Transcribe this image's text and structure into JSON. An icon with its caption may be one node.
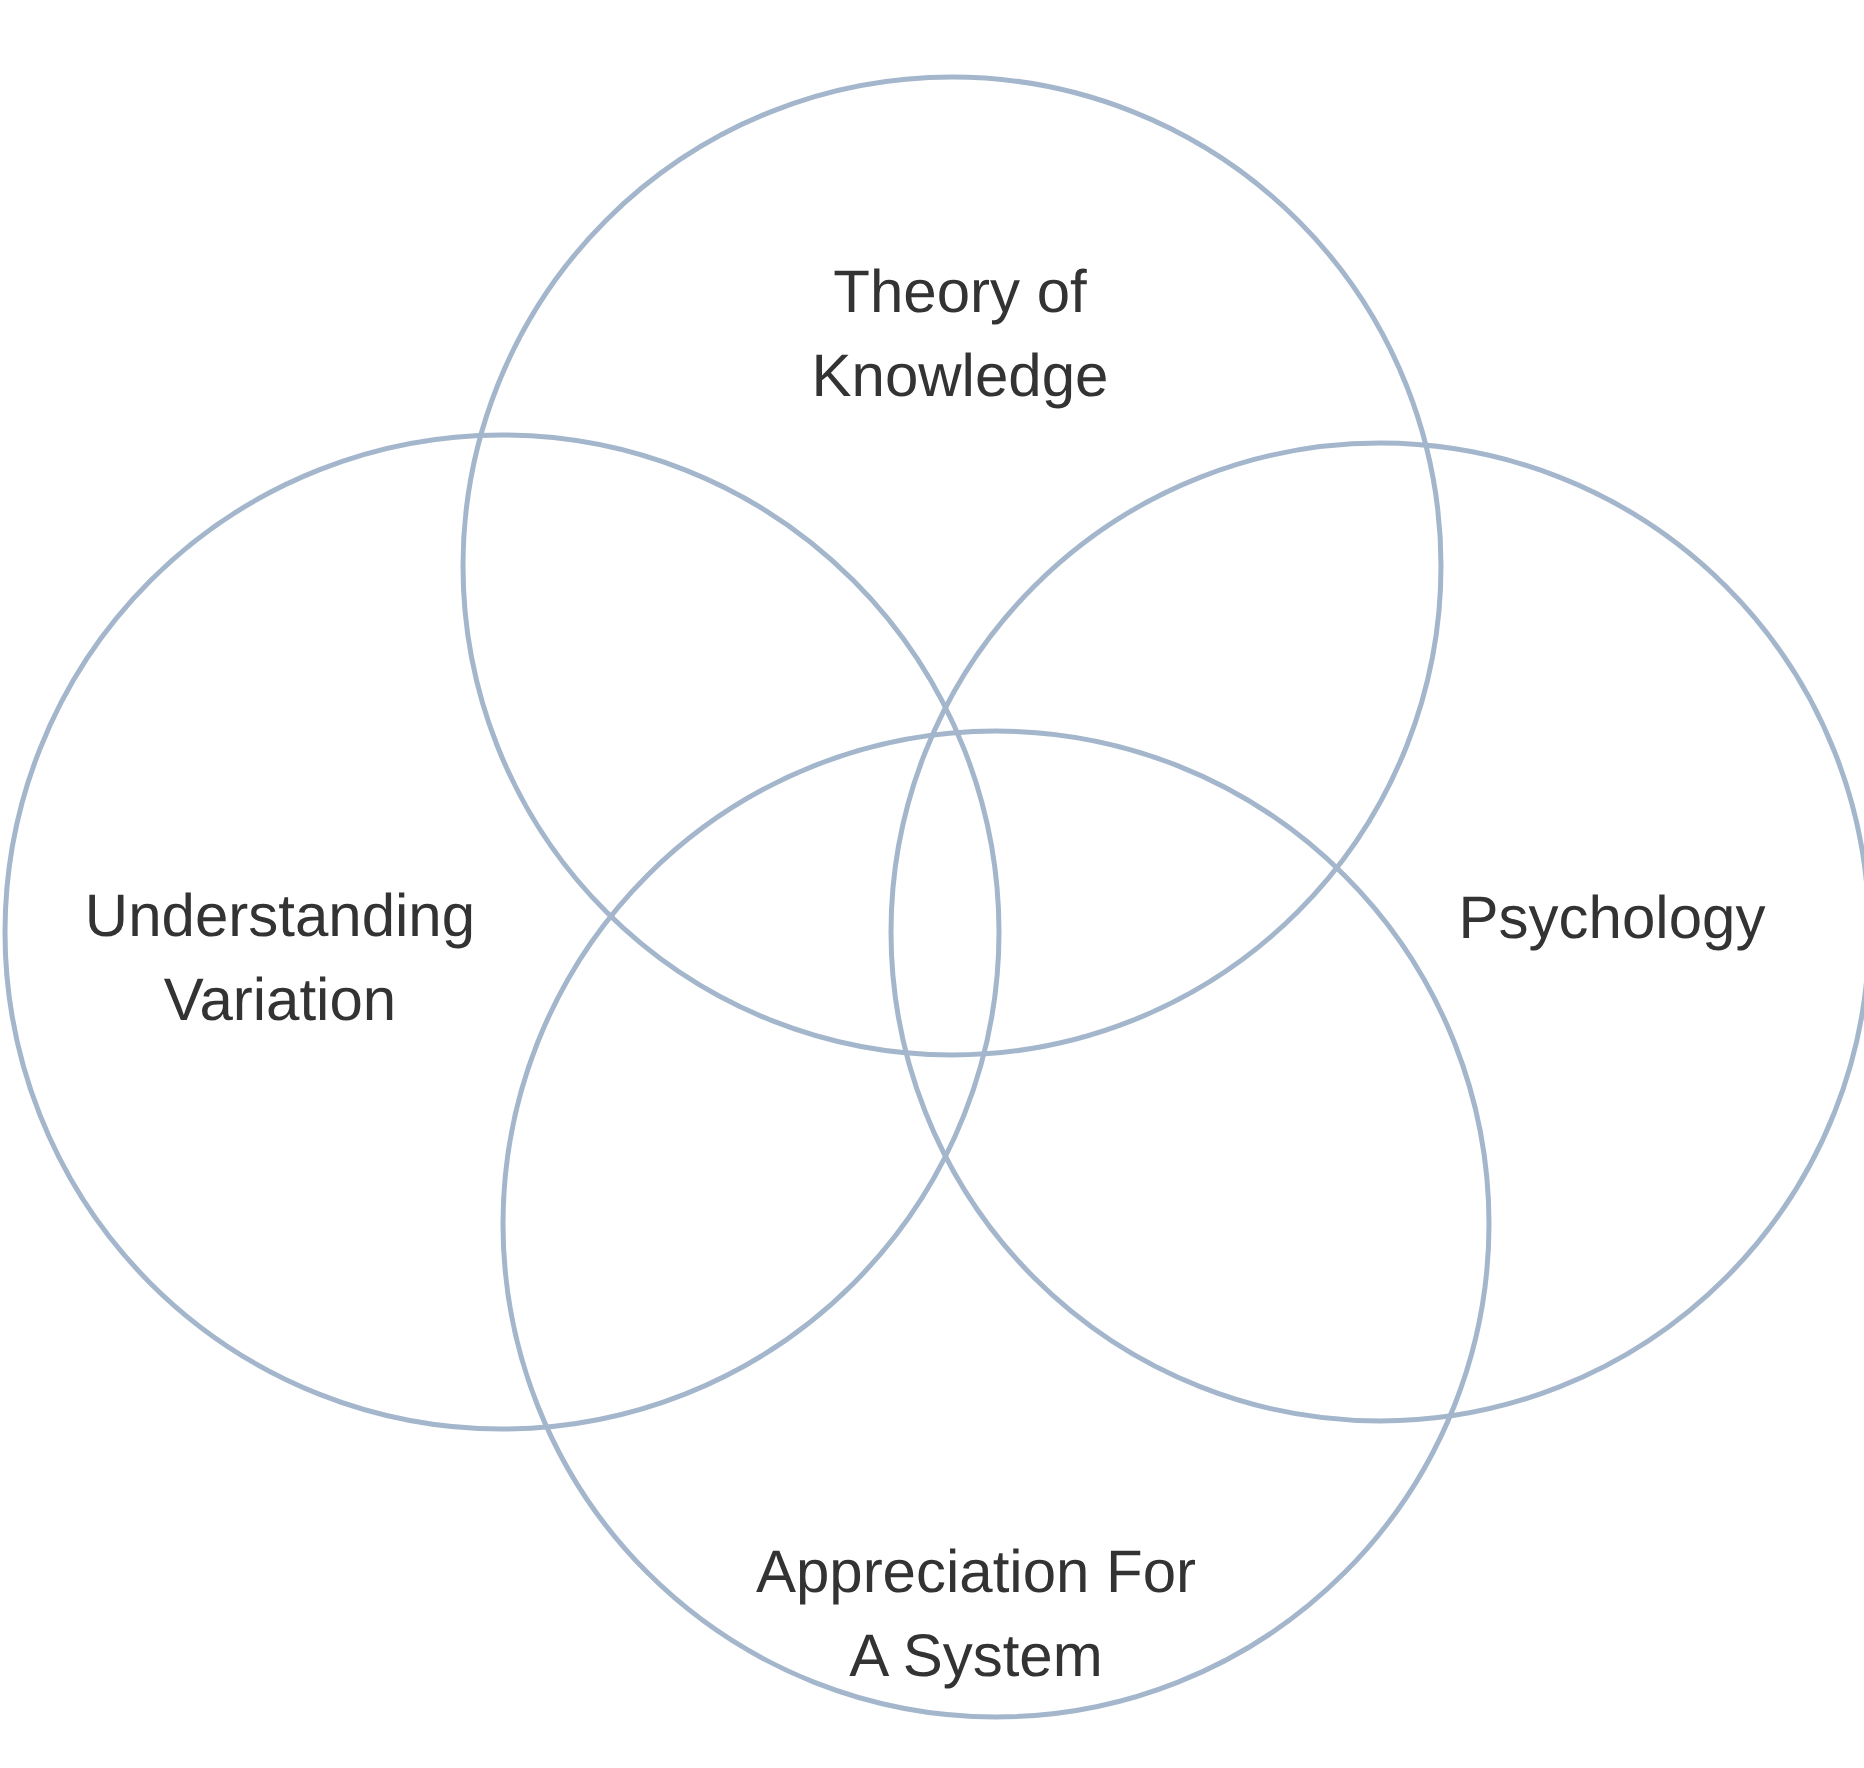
{
  "diagram": {
    "nodes": [
      {
        "text": [
          "Theory of Knowledge"
        ]
      },
      {
        "text": [
          "Understanding Variation"
        ]
      },
      {
        "text": [
          "Psychology"
        ]
      },
      {
        "text": [
          "Appreciation For A System"
        ]
      }
    ]
  }
}
